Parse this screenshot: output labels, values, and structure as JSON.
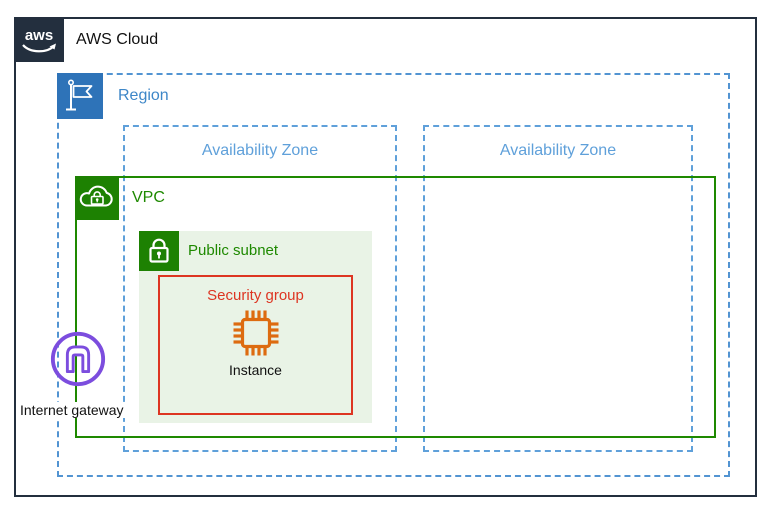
{
  "aws_cloud": {
    "label": "AWS Cloud",
    "logo_text": "aws"
  },
  "region": {
    "label": "Region"
  },
  "availability_zones": [
    {
      "label": "Availability Zone"
    },
    {
      "label": "Availability Zone"
    }
  ],
  "vpc": {
    "label": "VPC"
  },
  "public_subnet": {
    "label": "Public subnet"
  },
  "security_group": {
    "label": "Security group"
  },
  "instance": {
    "label": "Instance"
  },
  "internet_gateway": {
    "label": "Internet gateway"
  },
  "colors": {
    "aws_dark": "#232F3E",
    "region_blue": "#2E73B8",
    "region_border_blue": "#5294D2",
    "az_blue": "#5FA0DA",
    "vpc_green": "#1E8900",
    "icon_green": "#1D8102",
    "subnet_fill": "#E9F3E6",
    "security_red": "#DD3522",
    "instance_orange": "#DD6B10",
    "gateway_purple": "#7C4DDE"
  }
}
